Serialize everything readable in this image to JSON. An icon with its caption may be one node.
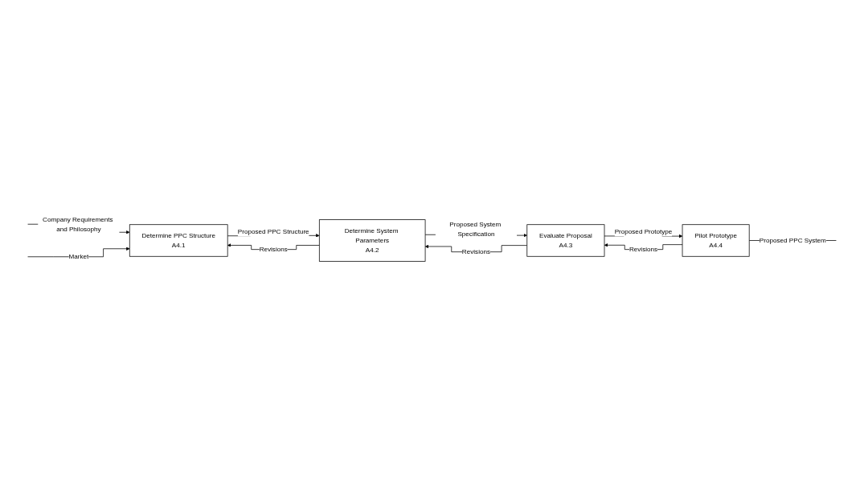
{
  "diagram": {
    "nodes": [
      {
        "text": [
          "Determine PPC Structure",
          "A4.1"
        ]
      },
      {
        "text": [
          "Determine System Parameters",
          "A4.2"
        ]
      },
      {
        "text": [
          "Evaluate Proposal",
          "A4.3"
        ]
      },
      {
        "text": [
          "Pilot Prototype",
          "A4.4"
        ]
      }
    ],
    "edges": [
      {
        "from": null,
        "to": 0,
        "arrow": "to",
        "label": "Company Requirements and Philosophy"
      },
      {
        "from": null,
        "to": 0,
        "arrow": "to",
        "label": "Market"
      },
      {
        "from": 0,
        "to": 1,
        "arrow": "to",
        "label": "Proposed PPC Structure"
      },
      {
        "from": 1,
        "to": 0,
        "arrow": "to",
        "label": "Revisions"
      },
      {
        "from": 1,
        "to": 2,
        "arrow": "to",
        "label": "Proposed System Specification"
      },
      {
        "from": 2,
        "to": 1,
        "arrow": "to",
        "label": "Revisions"
      },
      {
        "from": 2,
        "to": 3,
        "arrow": "to",
        "label": "Proposed Prototype"
      },
      {
        "from": 3,
        "to": 2,
        "arrow": "to",
        "label": "Revisions"
      },
      {
        "from": 3,
        "to": null,
        "arrow": "none",
        "label": "Proposed PPC System"
      }
    ]
  }
}
